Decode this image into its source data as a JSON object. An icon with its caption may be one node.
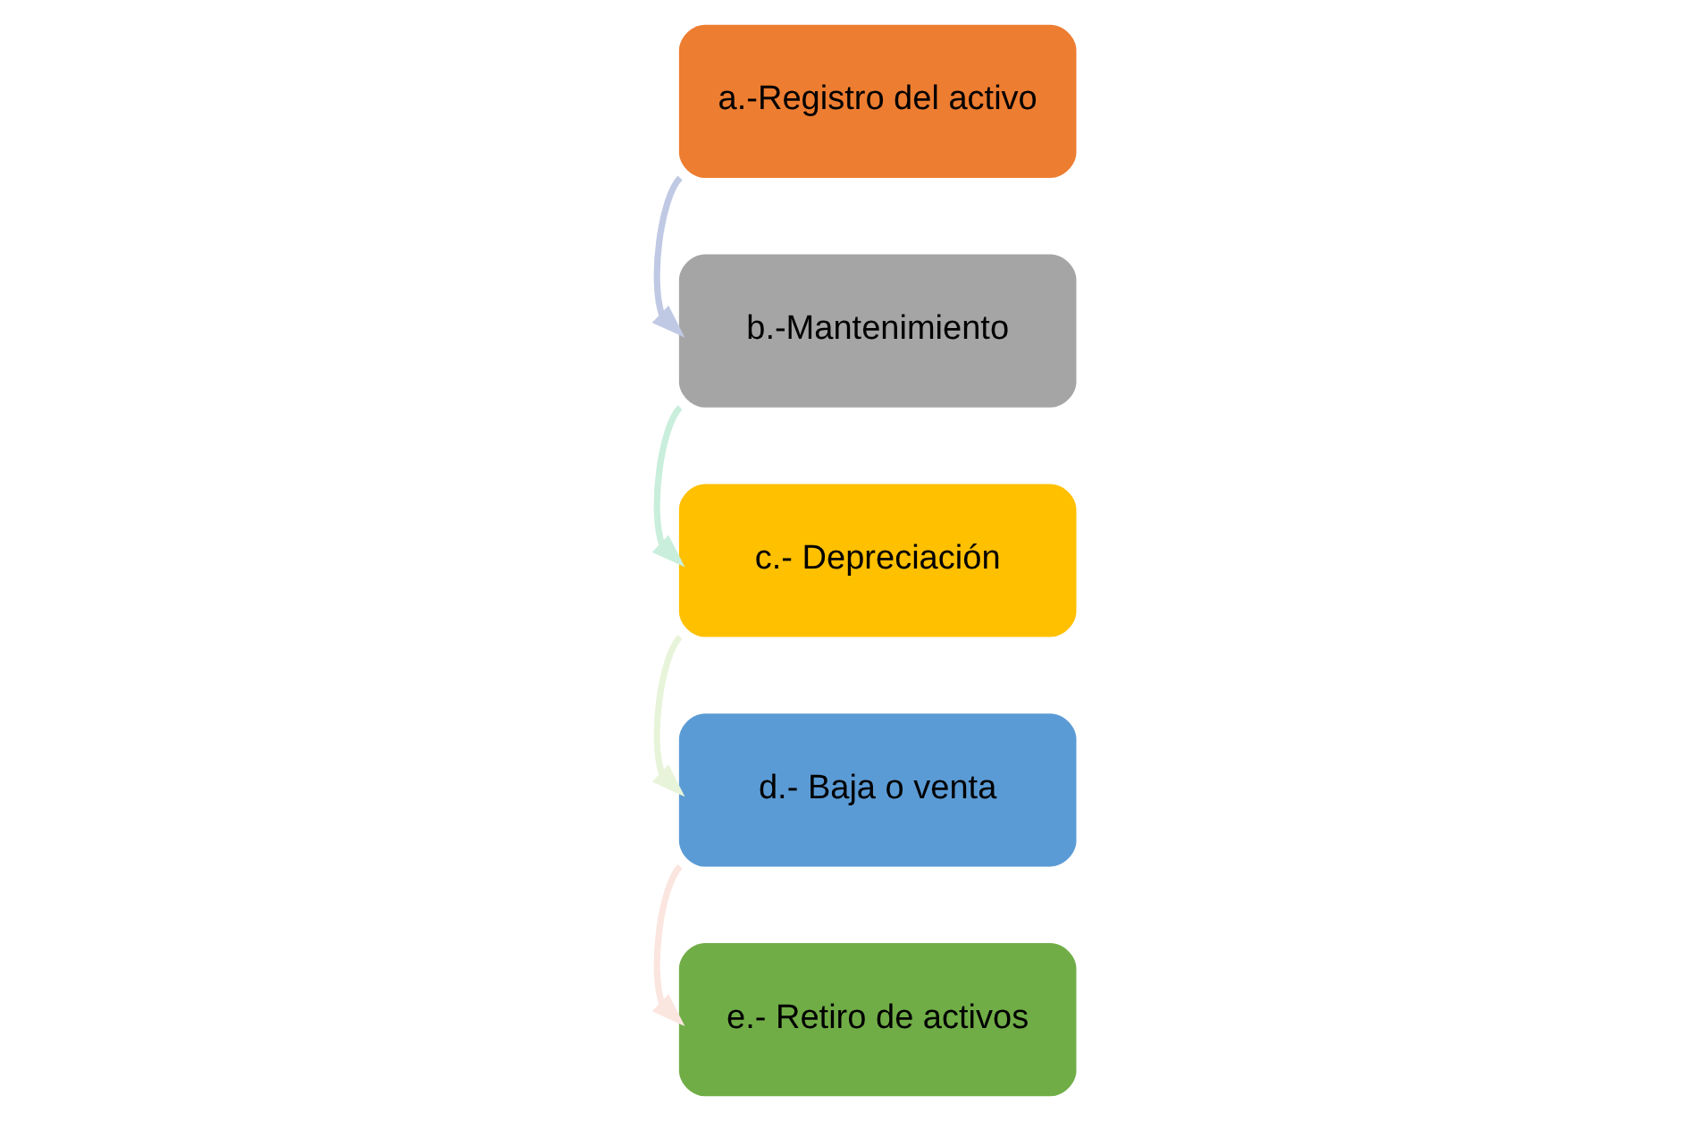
{
  "diagram": {
    "nodes": [
      {
        "text": [
          "a.-Registro del activo"
        ]
      },
      {
        "text": [
          "b.-Mantenimiento"
        ]
      },
      {
        "text": [
          "c.- Depreciación"
        ]
      },
      {
        "text": [
          "d.- Baja o venta"
        ]
      },
      {
        "text": [
          "e.- Retiro de activos"
        ]
      }
    ],
    "edges": [
      {
        "from": 0,
        "to": 1,
        "arrow": "to",
        "color": "#c0c9e4"
      },
      {
        "from": 1,
        "to": 2,
        "arrow": "to",
        "color": "#c9eedc"
      },
      {
        "from": 2,
        "to": 3,
        "arrow": "to",
        "color": "#e8f4d9"
      },
      {
        "from": 3,
        "to": 4,
        "arrow": "to",
        "color": "#fbe5df"
      }
    ]
  }
}
